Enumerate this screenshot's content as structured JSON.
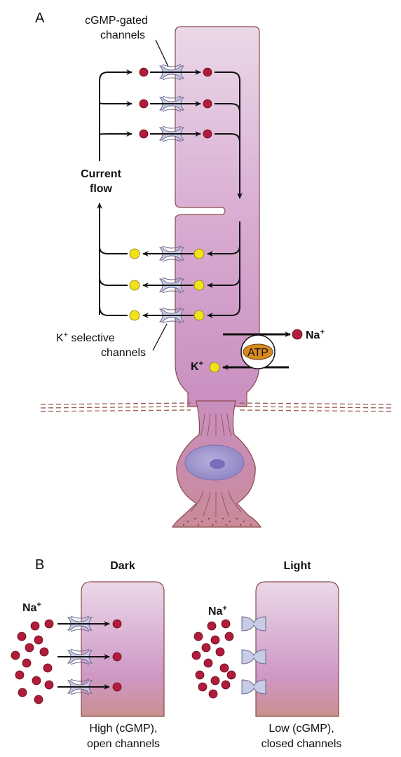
{
  "panel_a": {
    "letter": "A",
    "cgmp_channels_line1": "cGMP-gated",
    "cgmp_channels_line2": "channels",
    "current_flow_line1": "Current",
    "current_flow_line2": "flow",
    "k_channels_line1_base": "K",
    "k_channels_line1_sup": "+",
    "k_channels_line1_rest": " selective",
    "k_channels_line2": "channels",
    "atp": "ATP",
    "na_base": "Na",
    "na_sup": "+",
    "k_base": "K",
    "k_sup": "+"
  },
  "panel_b": {
    "letter": "B",
    "dark_title": "Dark",
    "light_title": "Light",
    "na_base": "Na",
    "na_sup": "+",
    "dark_caption_line1": "High (cGMP),",
    "dark_caption_line2": "open channels",
    "light_caption_line1": "Low (cGMP),",
    "light_caption_line2": "closed channels"
  },
  "colors": {
    "membrane_light": "#e8d5e6",
    "membrane_dark": "#c98fbf",
    "cell_body": "#c98a9a",
    "outline": "#8a4a4a",
    "sodium": "#b01c3a",
    "potassium": "#f2e21a",
    "atp_pump": "#d88a1e",
    "channel": "#c8cbe6",
    "nucleus": "#9a8ec8"
  }
}
